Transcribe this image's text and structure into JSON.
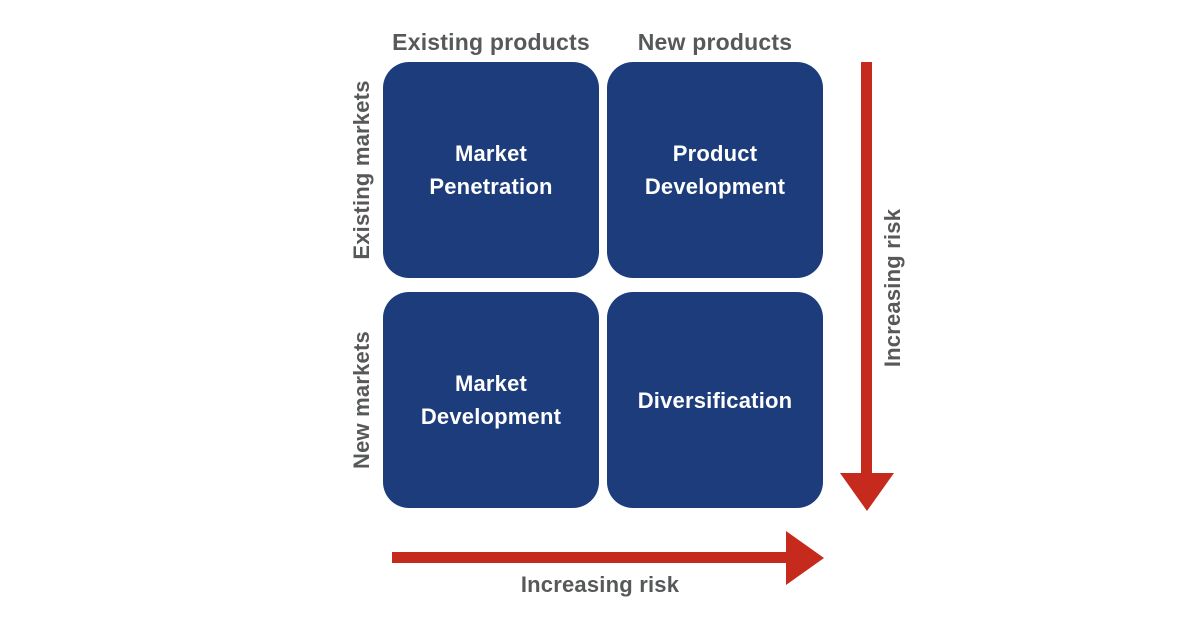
{
  "matrix": {
    "column_headers": [
      "Existing products",
      "New products"
    ],
    "row_headers": [
      "Existing markets",
      "New markets"
    ],
    "cells": [
      {
        "label": "Market Penetration",
        "row": "Existing markets",
        "column": "Existing products"
      },
      {
        "label": "Product Development",
        "row": "Existing markets",
        "column": "New products"
      },
      {
        "label": "Market Development",
        "row": "New markets",
        "column": "Existing products"
      },
      {
        "label": "Diversification",
        "row": "New markets",
        "column": "New products"
      }
    ]
  },
  "axes": {
    "vertical": {
      "label": "Increasing risk",
      "direction": "down"
    },
    "horizontal": {
      "label": "Increasing risk",
      "direction": "right"
    }
  },
  "colors": {
    "cell_background": "#1c3c7c",
    "cell_text": "#ffffff",
    "arrow": "#c52a1d",
    "label_text": "#57585a",
    "background": "#ffffff"
  }
}
